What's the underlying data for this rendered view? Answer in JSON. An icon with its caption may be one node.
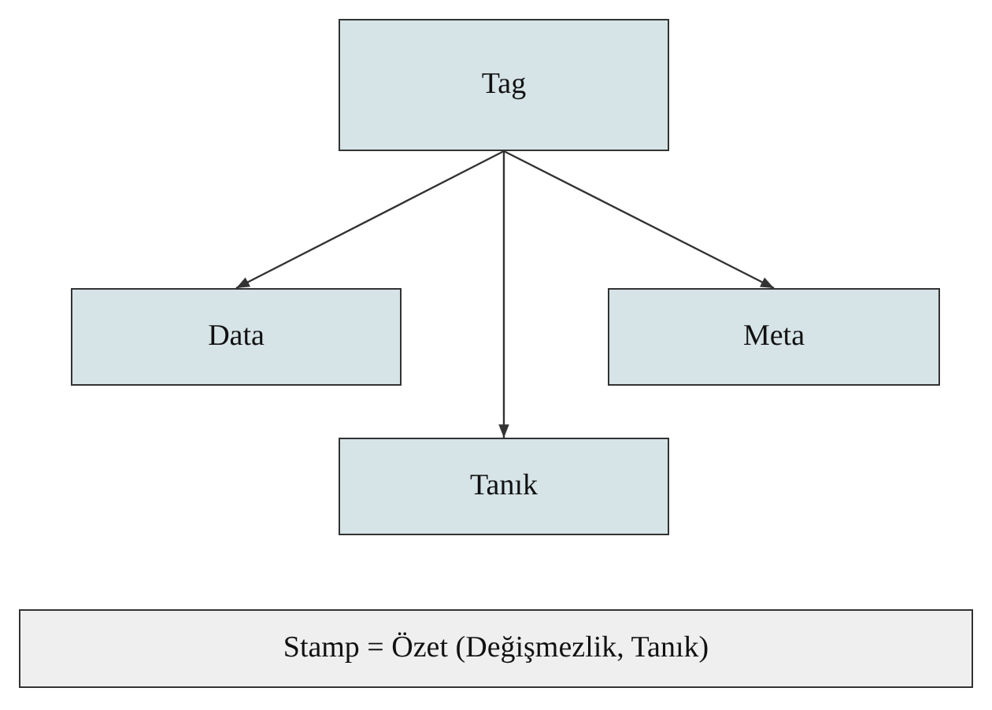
{
  "diagram": {
    "nodes": [
      {
        "text": [
          "Tag"
        ]
      },
      {
        "text": [
          "Data"
        ]
      },
      {
        "text": [
          "Meta"
        ]
      },
      {
        "text": [
          "Tanık"
        ]
      },
      {
        "text": [
          "Stamp = Özet (Değişmezlik, Tanık)"
        ]
      }
    ],
    "edges": [
      {
        "from": 0,
        "to": 1,
        "arrow": "to"
      },
      {
        "from": 0,
        "to": 2,
        "arrow": "to"
      },
      {
        "from": 0,
        "to": 3,
        "arrow": "to"
      }
    ]
  }
}
